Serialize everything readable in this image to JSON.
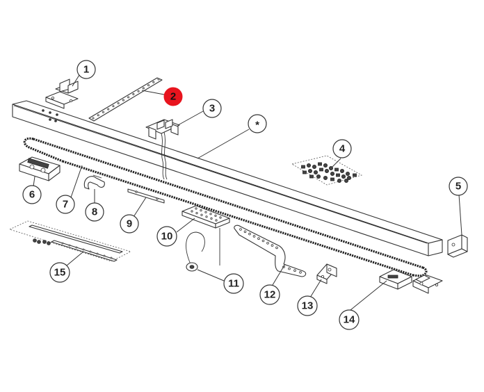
{
  "diagram": {
    "callouts": [
      {
        "id": "1",
        "label": "1"
      },
      {
        "id": "2",
        "label": "2",
        "highlight": true,
        "color": "#e8141e"
      },
      {
        "id": "3",
        "label": "3"
      },
      {
        "id": "star",
        "label": "*"
      },
      {
        "id": "4",
        "label": "4"
      },
      {
        "id": "5",
        "label": "5"
      },
      {
        "id": "6",
        "label": "6"
      },
      {
        "id": "7",
        "label": "7"
      },
      {
        "id": "8",
        "label": "8"
      },
      {
        "id": "9",
        "label": "9"
      },
      {
        "id": "10",
        "label": "10"
      },
      {
        "id": "11",
        "label": "11"
      },
      {
        "id": "12",
        "label": "12"
      },
      {
        "id": "13",
        "label": "13"
      },
      {
        "id": "14",
        "label": "14"
      },
      {
        "id": "15",
        "label": "15"
      }
    ],
    "colors": {
      "line": "#333333",
      "highlight": "#e8141e",
      "background": "#ffffff"
    }
  }
}
